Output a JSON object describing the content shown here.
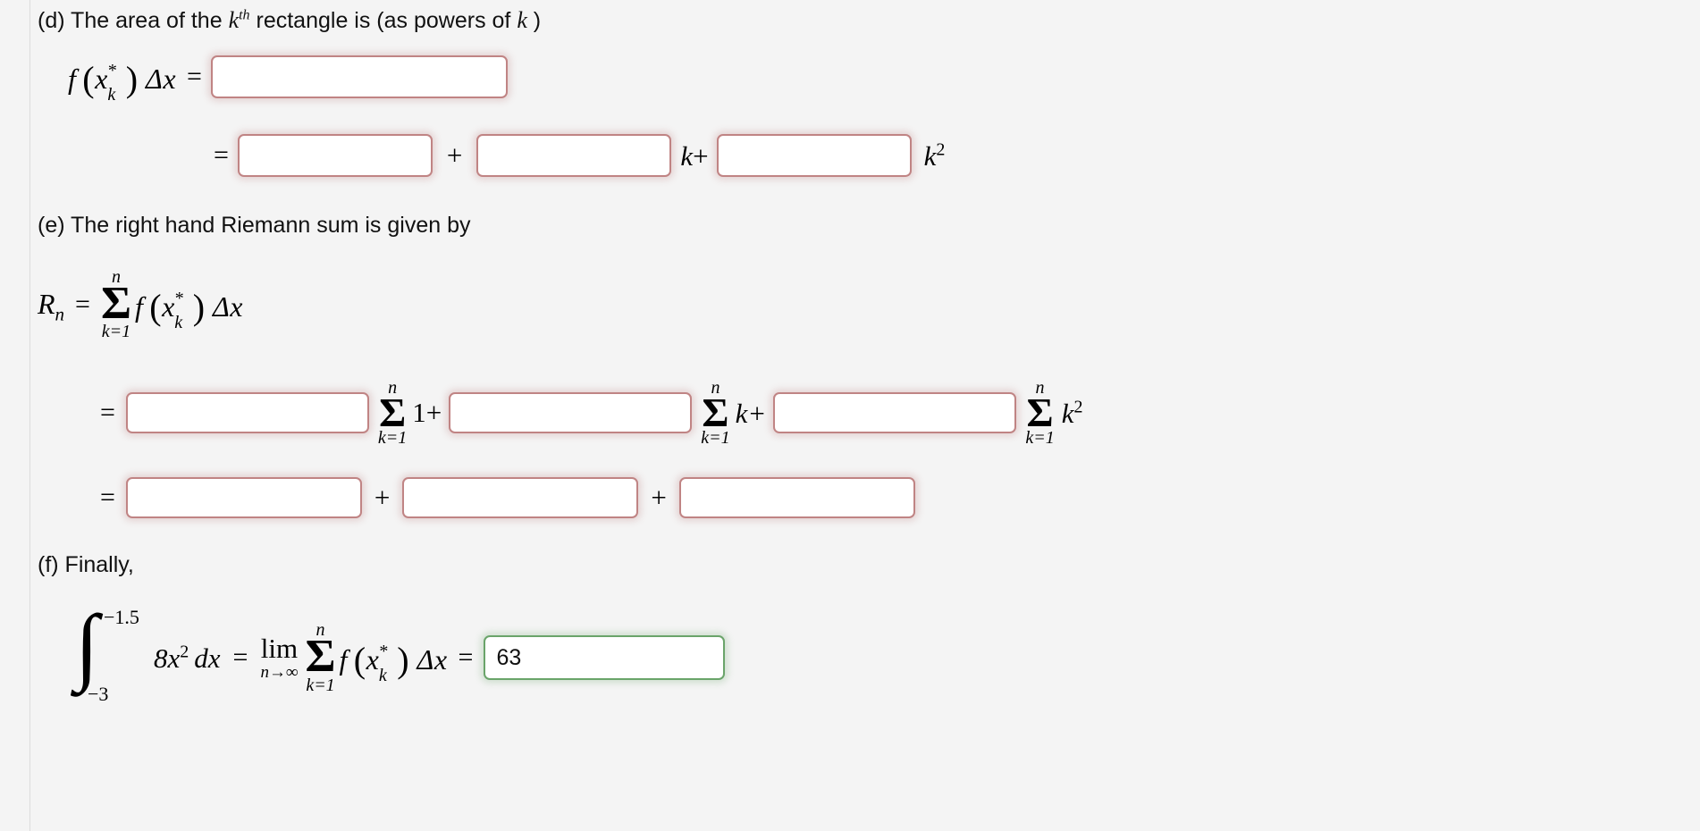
{
  "problem": {
    "parts": [
      {
        "id": "d",
        "label": "(d) The area of the ",
        "label_math": "k",
        "label_sup": "th",
        "label_tail": " rectangle is (as powers of ",
        "label_math2": "k",
        "label_close": " )"
      },
      {
        "id": "e",
        "label": "(e) The right hand Riemann sum is given by"
      },
      {
        "id": "f",
        "label": "(f) Finally,"
      }
    ]
  },
  "part_d": {
    "lhs_f": "f",
    "lhs_x": "x",
    "lhs_sub": "k",
    "lhs_sup": "*",
    "lhs_dx": "Δx",
    "equals": "=",
    "blank1": {
      "value": "",
      "state": "incorrect"
    },
    "row2": {
      "equals": "=",
      "blank_const": {
        "value": "",
        "state": "incorrect"
      },
      "plus": "+",
      "blank_k": {
        "value": "",
        "state": "incorrect"
      },
      "k_label": "k",
      "plus2": "+",
      "blank_k2": {
        "value": "",
        "state": "incorrect"
      },
      "k2_label": "k",
      "k2_exp": "2"
    }
  },
  "part_e": {
    "definition": {
      "R": "R",
      "R_sub": "n",
      "equals": "=",
      "sigma_top": "n",
      "sigma_bot": "k=1",
      "f": "f",
      "x": "x",
      "x_sub": "k",
      "x_sup": "*",
      "dx": "Δx"
    },
    "row1": {
      "equals": "=",
      "blank1": {
        "value": "",
        "state": "incorrect"
      },
      "sigma1_top": "n",
      "sigma1_bot": "k=1",
      "term1": "1+",
      "blank2": {
        "value": "",
        "state": "incorrect"
      },
      "sigma2_top": "n",
      "sigma2_bot": "k=1",
      "term2": "k+",
      "blank3": {
        "value": "",
        "state": "incorrect"
      },
      "sigma3_top": "n",
      "sigma3_bot": "k=1",
      "term3": "k",
      "term3_exp": "2"
    },
    "row2": {
      "equals": "=",
      "blank1": {
        "value": "",
        "state": "incorrect"
      },
      "plus1": "+",
      "blank2": {
        "value": "",
        "state": "incorrect"
      },
      "plus2": "+",
      "blank3": {
        "value": "",
        "state": "incorrect"
      }
    }
  },
  "part_f": {
    "integral_upper": "−1.5",
    "integral_lower": "−3",
    "integrand_coeff": "8",
    "integrand_var": "x",
    "integrand_exp": "2",
    "differential": "dx",
    "equals1": "=",
    "lim_label": "lim",
    "lim_under": "n→∞",
    "sigma_top": "n",
    "sigma_bot": "k=1",
    "f": "f",
    "x": "x",
    "x_sub": "k",
    "x_sup": "*",
    "dx": "Δx",
    "equals2": "=",
    "answer": {
      "value": "63",
      "state": "correct"
    }
  },
  "colors": {
    "page_background": "#f4f4f4",
    "incorrect_border": "#c08484",
    "correct_border": "#6aa46a",
    "input_background": "#ffffff",
    "text": "#111111",
    "divider": "#dcdcdc"
  }
}
